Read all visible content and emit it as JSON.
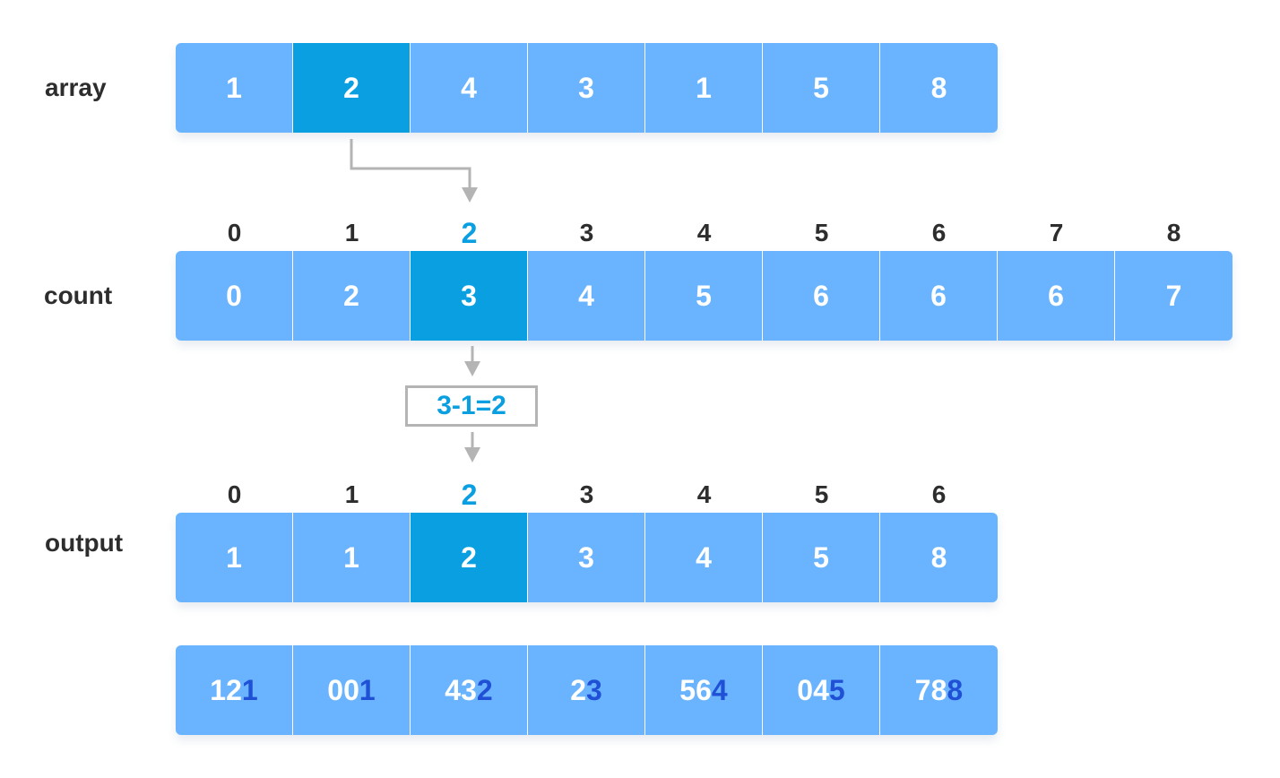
{
  "labels": {
    "array": "array",
    "count": "count",
    "output": "output"
  },
  "array": {
    "values": [
      "1",
      "2",
      "4",
      "3",
      "1",
      "5",
      "8"
    ],
    "highlight_index": 1
  },
  "count": {
    "indices": [
      "0",
      "1",
      "2",
      "3",
      "4",
      "5",
      "6",
      "7",
      "8"
    ],
    "values": [
      "0",
      "2",
      "3",
      "4",
      "5",
      "6",
      "6",
      "6",
      "7"
    ],
    "highlight_index": 2
  },
  "calculation": "3-1=2",
  "output": {
    "indices": [
      "0",
      "1",
      "2",
      "3",
      "4",
      "5",
      "6"
    ],
    "values": [
      "1",
      "1",
      "2",
      "3",
      "4",
      "5",
      "8"
    ],
    "highlight_index": 2
  },
  "numbers": [
    {
      "prefix": "12",
      "digit": "1"
    },
    {
      "prefix": "00",
      "digit": "1"
    },
    {
      "prefix": "43",
      "digit": "2"
    },
    {
      "prefix": "2",
      "digit": "3"
    },
    {
      "prefix": "56",
      "digit": "4"
    },
    {
      "prefix": "04",
      "digit": "5"
    },
    {
      "prefix": "78",
      "digit": "8"
    }
  ],
  "colors": {
    "cell": "#6ab4ff",
    "highlight": "#0a9fe0",
    "digit_accent": "#1f50d6",
    "arrow": "#b4b4b4"
  }
}
